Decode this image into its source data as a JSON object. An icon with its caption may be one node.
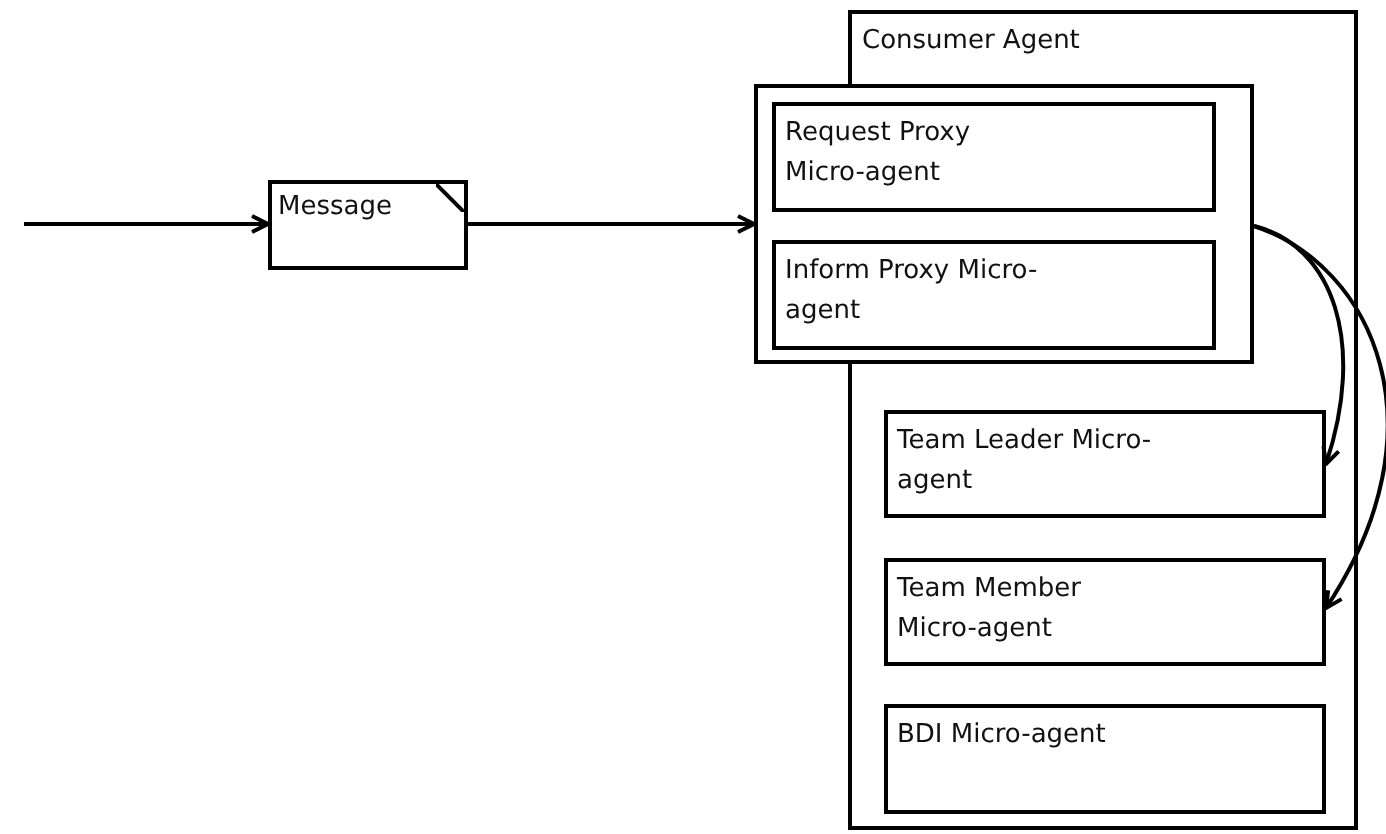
{
  "diagram": {
    "nodes": [
      {
        "text": [
          "Message"
        ]
      },
      {
        "text": [
          "Consumer Agent"
        ]
      },
      {
        "text": [],
        "shape": "box"
      },
      {
        "text": [
          "Request Proxy Micro-agent"
        ],
        "in": 2
      },
      {
        "text": [
          "Inform Proxy Micro-agent"
        ],
        "in": 2
      },
      {
        "text": [
          "Team Leader Micro-agent"
        ],
        "in": 1
      },
      {
        "text": [
          "Team Member Micro-agent"
        ],
        "in": 1
      },
      {
        "text": [
          "BDI Micro-agent"
        ],
        "in": 1
      }
    ],
    "edges": [
      {
        "from": null,
        "to": 0,
        "arrow": "to"
      },
      {
        "from": 0,
        "to": 2,
        "arrow": "to"
      },
      {
        "from": 2,
        "to": 5,
        "arrow": "to"
      },
      {
        "from": 2,
        "to": 6,
        "arrow": "to"
      }
    ]
  }
}
